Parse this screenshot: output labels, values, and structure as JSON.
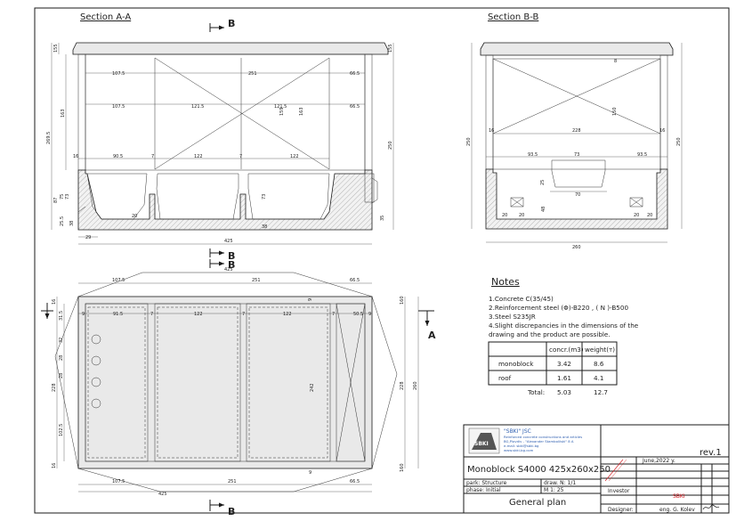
{
  "sections": {
    "a_title": "Section A-A",
    "b_title": "Section B-B",
    "cut_b": "B",
    "cut_a": "A"
  },
  "dims_section_a": {
    "top_155_left": "155",
    "top_155_right": "155",
    "w_1075_row1": "107.5",
    "w_251_row1": "251",
    "w_665_row1": "66.5",
    "w_1075_row2": "107.5",
    "w_1215_a": "121.5",
    "w_1215_b": "121.5",
    "w_665_row2": "66.5",
    "h_163_left": "163",
    "h_2695": "269.5",
    "h_163_mid": "163",
    "h_159": "159",
    "h_250_right": "250",
    "w_16": "16",
    "w_905": "90.5",
    "w_7a": "7",
    "w_122a": "122",
    "w_7b": "7",
    "w_122b": "122",
    "v_87": "87",
    "v_75": "75",
    "v_73": "73",
    "v_255": "25.5",
    "v_73b": "73",
    "v_20": "20",
    "v_35": "35",
    "v_38": "38",
    "w_29": "29",
    "w_425": "425"
  },
  "dims_section_b": {
    "h_250_left": "250",
    "h_250_right": "250",
    "w_228": "228",
    "w_16_left": "16",
    "w_16_right": "16",
    "w_935_left": "93.5",
    "w_73": "73",
    "w_935_right": "93.5",
    "v_25": "25",
    "w_70": "70",
    "v_48": "48",
    "h_150": "150",
    "w_20_a": "20",
    "w_20_b": "20",
    "w_20_c": "20",
    "w_20_d": "20",
    "w_260": "260",
    "v_8": "8"
  },
  "dims_plan": {
    "w_425_top": "425",
    "w_1075_top": "107.5",
    "w_251_top": "251",
    "w_665_top": "66.5",
    "w_9_left": "9",
    "w_915": "91.5",
    "w_7_a": "7",
    "w_122_a": "122",
    "w_7_b": "7",
    "w_122_b": "122",
    "w_7_c": "7",
    "w_505": "50.5",
    "w_9_right": "9",
    "v_315": "31.5",
    "v_32": "32",
    "v_28_a": "28",
    "v_28_b": "28",
    "v_228": "228",
    "v_1025": "102.5",
    "v_16_top": "16",
    "v_16_bot": "16",
    "v_242": "242",
    "v_160_top": "160",
    "v_160_bot": "160",
    "v_228_right": "228",
    "v_260_right": "260",
    "w_1075_bot": "107.5",
    "w_251_bot": "251",
    "w_665_bot": "66.5",
    "w_425_bot": "425",
    "w_9_bot": "9"
  },
  "notes": {
    "title": "Notes",
    "n1": "1.Concrete C(35/45)",
    "n2": "2.Reinforcement steel  (Φ)-B220  , ( N )-B500",
    "n3": "3.Steel   S235JR",
    "n4a": "4.Slight discrepancies in the dimensions of the",
    "n4b": "drawing and the product are possible."
  },
  "table": {
    "headers": [
      "",
      "concr.(m3)",
      "weight(т)"
    ],
    "rows": [
      [
        "monoblock",
        "3.42",
        "8.6"
      ],
      [
        "roof",
        "1.61",
        "4.1"
      ]
    ],
    "total_label": "Total:",
    "total_concr": "5.03",
    "total_weight": "12.7"
  },
  "title_block": {
    "company_name": "\"SBKI\" JSC",
    "company_l1": "Reinforced concrete constructions and articles",
    "company_l2": "BG,Plovdiv - \"Alexander Stamboliiski\" 8 A",
    "company_l3": "e-mail: sbki@sbki.bg",
    "company_l4": "www.sbki-bg.com",
    "rev": "rev.1",
    "date": "June,2022 y.",
    "product": "Monoblock S4000 425x260x250",
    "park": "park: Structure",
    "draw_n": "draw. N: 1/1",
    "phase": "phase: Initial",
    "scale": "M 1: 25",
    "investor_label": "Investor",
    "investor_value": "SBKI",
    "sheet_title": "General plan",
    "designer_label": "Designer:",
    "designer_value": "eng. G. Kolev"
  },
  "colors": {
    "line": "#1a1a1a",
    "accent_red": "#d0161b",
    "company_blue": "#2f5fb0"
  }
}
